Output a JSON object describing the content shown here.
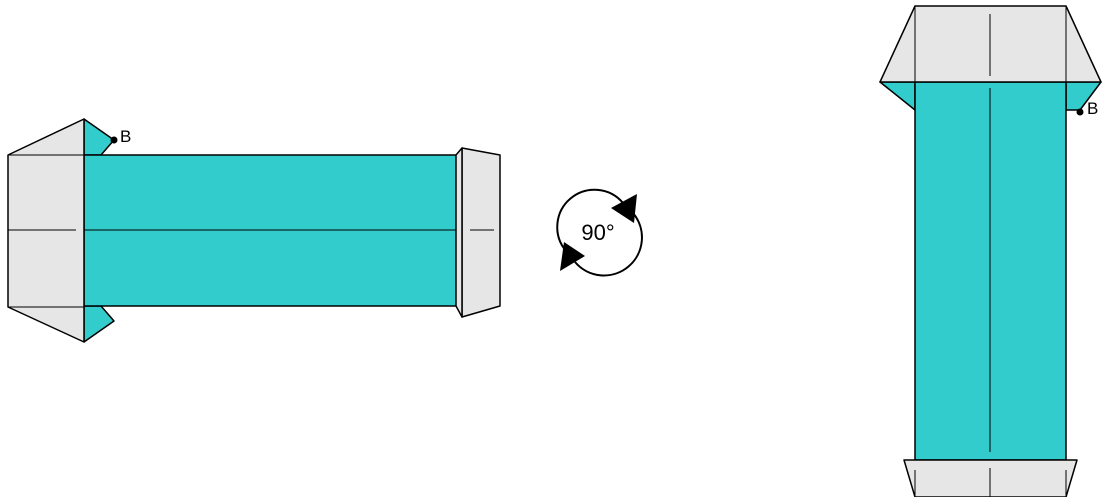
{
  "colors": {
    "teal": "#33cccc",
    "gray": "#e6e6e6",
    "stroke": "#000000"
  },
  "left_figure": {
    "point_label": "B"
  },
  "rotation": {
    "label": "90°",
    "icon": "rotate-arrows-icon"
  },
  "right_figure": {
    "point_label": "B"
  }
}
